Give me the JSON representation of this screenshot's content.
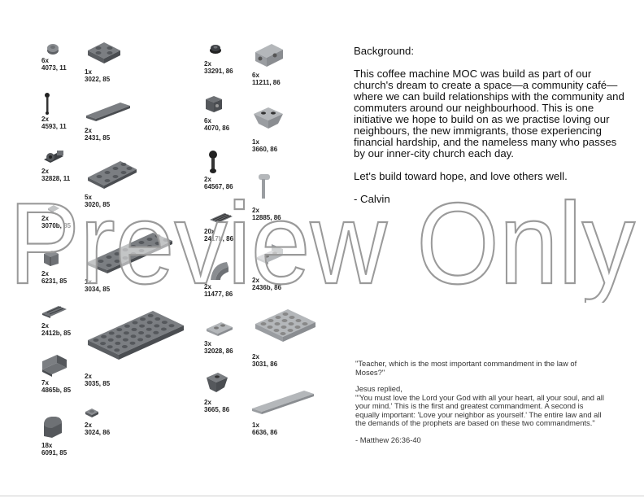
{
  "parts": [
    {
      "qty": "6x",
      "id": "4073, 11"
    },
    {
      "qty": "1x",
      "id": "3022, 85"
    },
    {
      "qty": "2x",
      "id": "4593, 11"
    },
    {
      "qty": "2x",
      "id": "2431, 85"
    },
    {
      "qty": "2x",
      "id": "32828, 11"
    },
    {
      "qty": "5x",
      "id": "3020, 85"
    },
    {
      "qty": "2x",
      "id": "3070b, 85"
    },
    {
      "qty": "2x",
      "id": "6231, 85"
    },
    {
      "qty": "1x",
      "id": "3034, 85"
    },
    {
      "qty": "2x",
      "id": "2412b, 85"
    },
    {
      "qty": "2x",
      "id": "3035, 85"
    },
    {
      "qty": "7x",
      "id": "4865b, 85"
    },
    {
      "qty": "2x",
      "id": "3024, 86"
    },
    {
      "qty": "18x",
      "id": "6091, 85"
    },
    {
      "qty": "2x",
      "id": "33291, 86"
    },
    {
      "qty": "6x",
      "id": "11211, 86"
    },
    {
      "qty": "6x",
      "id": "4070, 86"
    },
    {
      "qty": "1x",
      "id": "3660, 86"
    },
    {
      "qty": "2x",
      "id": "64567, 86"
    },
    {
      "qty": "2x",
      "id": "12885, 86"
    },
    {
      "qty": "20x",
      "id": "2417b, 86"
    },
    {
      "qty": "2x",
      "id": "11477, 86"
    },
    {
      "qty": "2x",
      "id": "2436b, 86"
    },
    {
      "qty": "3x",
      "id": "32028, 86"
    },
    {
      "qty": "2x",
      "id": "3031, 86"
    },
    {
      "qty": "2x",
      "id": "3665, 86"
    },
    {
      "qty": "1x",
      "id": "6636, 86"
    }
  ],
  "background": {
    "heading": "Background:",
    "paragraph1": "This coffee machine MOC was build as part of our church's dream to create a space—a community café—where we can build relationships with the community and commuters around our neighbourhood. This is one initiative we hope to build on as we practise loving our neighbours, the new immigrants, those experiencing financial hardship, and the nameless many who passes by our inner-city church each day.",
    "paragraph2": "Let's build toward hope, and love others well.",
    "signature": "- Calvin"
  },
  "quote": {
    "question": "\"Teacher, which is the most important commandment in the law of Moses?\"",
    "intro": "Jesus replied,",
    "answer": "\"'You must love the Lord your God with all your heart, all your soul, and all your mind.' This is the first and greatest commandment. A second is equally important: 'Love your neighbor as yourself.' The entire law and all the demands of the prophets are based on these two commandments.\"",
    "reference": "- Matthew 26:36-40"
  },
  "watermark": "Preview Only",
  "colors": {
    "dark_gray": "#6e7175",
    "light_gray": "#b4b7ba",
    "watermark_stroke": "#9a9a9a"
  }
}
